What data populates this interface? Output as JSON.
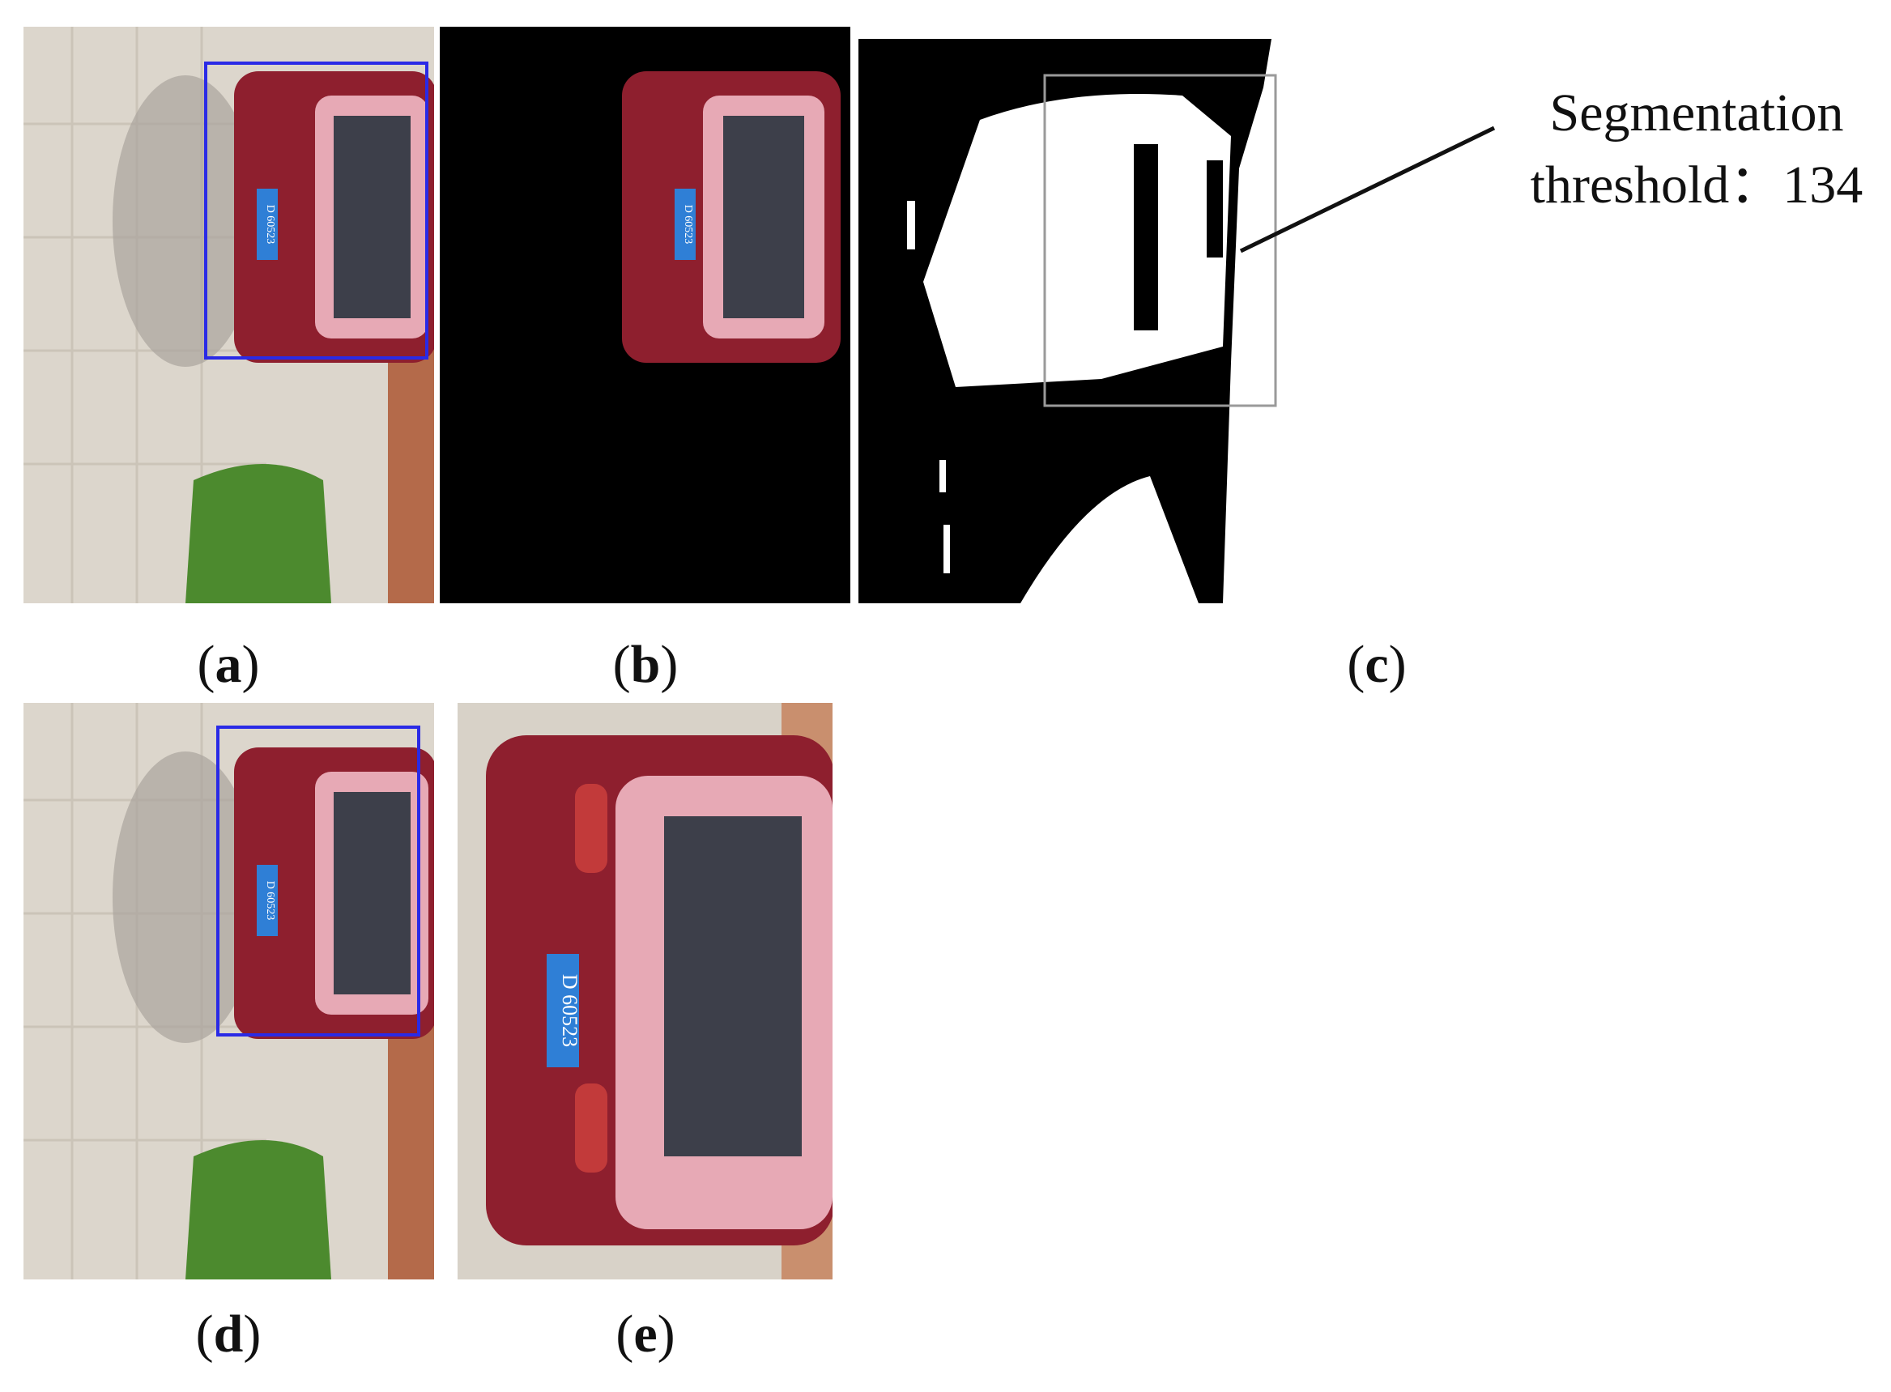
{
  "panels": {
    "a": {
      "label": "a",
      "plate_text": "D 60523"
    },
    "b": {
      "label": "b",
      "plate_text": "D 60523"
    },
    "c": {
      "label": "c"
    },
    "d": {
      "label": "d",
      "plate_text": "D 60523"
    },
    "e": {
      "label": "e",
      "plate_text": "D 60523"
    }
  },
  "annotation": {
    "line1": "Segmentation",
    "line2": "threshold：134"
  },
  "colors": {
    "detection_box": "#2a2ae6",
    "car_body": "#8e1f2e",
    "plate": "#2f7fd6"
  }
}
